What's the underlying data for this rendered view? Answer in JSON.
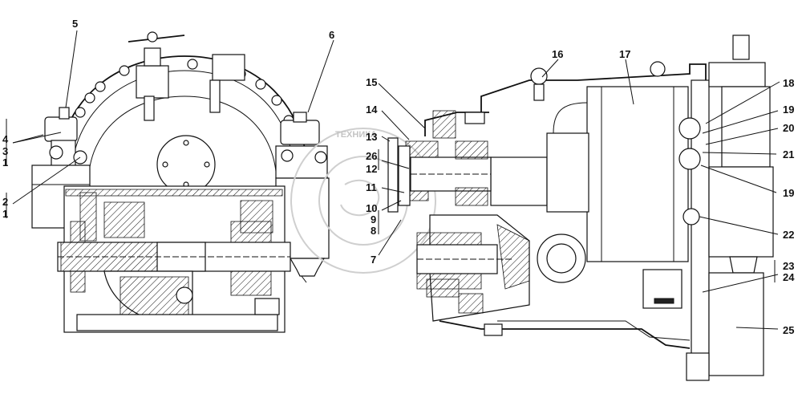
{
  "watermark": {
    "text": "ТЕХНИКА"
  },
  "callouts": {
    "c1a": "1",
    "c1b": "1",
    "c2": "2",
    "c3": "3",
    "c4": "4",
    "c5": "5",
    "c6": "6",
    "c7": "7",
    "c8": "8",
    "c9": "9",
    "c10": "10",
    "c11": "11",
    "c12": "12",
    "c13": "13",
    "c14": "14",
    "c15": "15",
    "c16": "16",
    "c17": "17",
    "c18": "18",
    "c19a": "19",
    "c19b": "19",
    "c20": "20",
    "c21": "21",
    "c22": "22",
    "c23": "23",
    "c24": "24",
    "c25": "25",
    "c26": "26"
  }
}
